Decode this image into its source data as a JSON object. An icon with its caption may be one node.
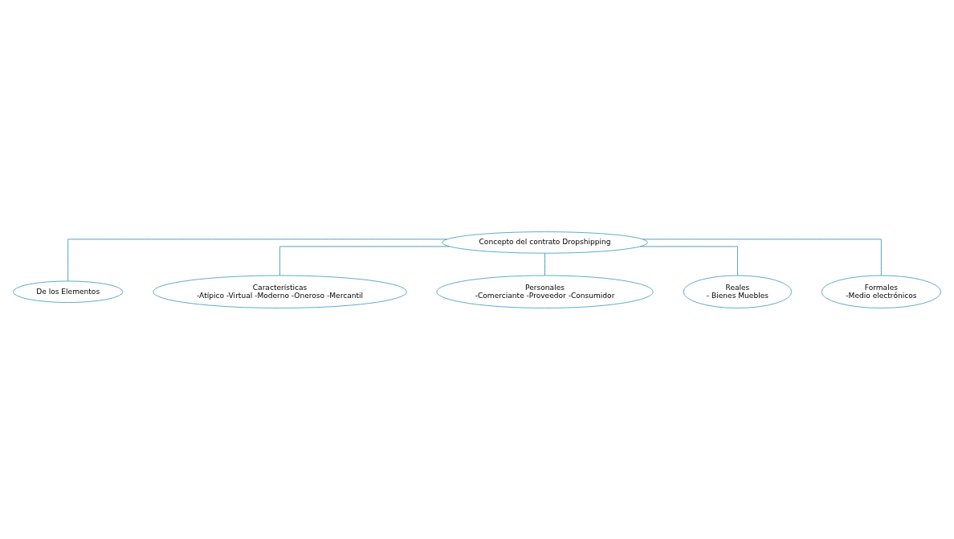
{
  "diagram": {
    "nodes": [
      {
        "text": [
          "Concepto del contrato Dropshipping"
        ]
      },
      {
        "text": [
          "De los Elementos"
        ]
      },
      {
        "text": [
          "Características",
          "-Atípico -Virtual -Moderno -Oneroso -Mercantil"
        ]
      },
      {
        "text": [
          "Personales",
          "-Comerciante -Proveedor -Consumidor"
        ]
      },
      {
        "text": [
          "Reales",
          "- Bienes Muebles"
        ]
      },
      {
        "text": [
          "Formales",
          "-Medio electrónicos"
        ]
      }
    ],
    "edges": [
      {
        "from": 0,
        "to": 2,
        "arrow": "none"
      },
      {
        "from": 0,
        "to": 1,
        "arrow": "none"
      },
      {
        "from": 0,
        "to": 3,
        "arrow": "none"
      },
      {
        "from": 0,
        "to": 4,
        "arrow": "none"
      },
      {
        "from": 0,
        "to": 5,
        "arrow": "none"
      }
    ]
  }
}
